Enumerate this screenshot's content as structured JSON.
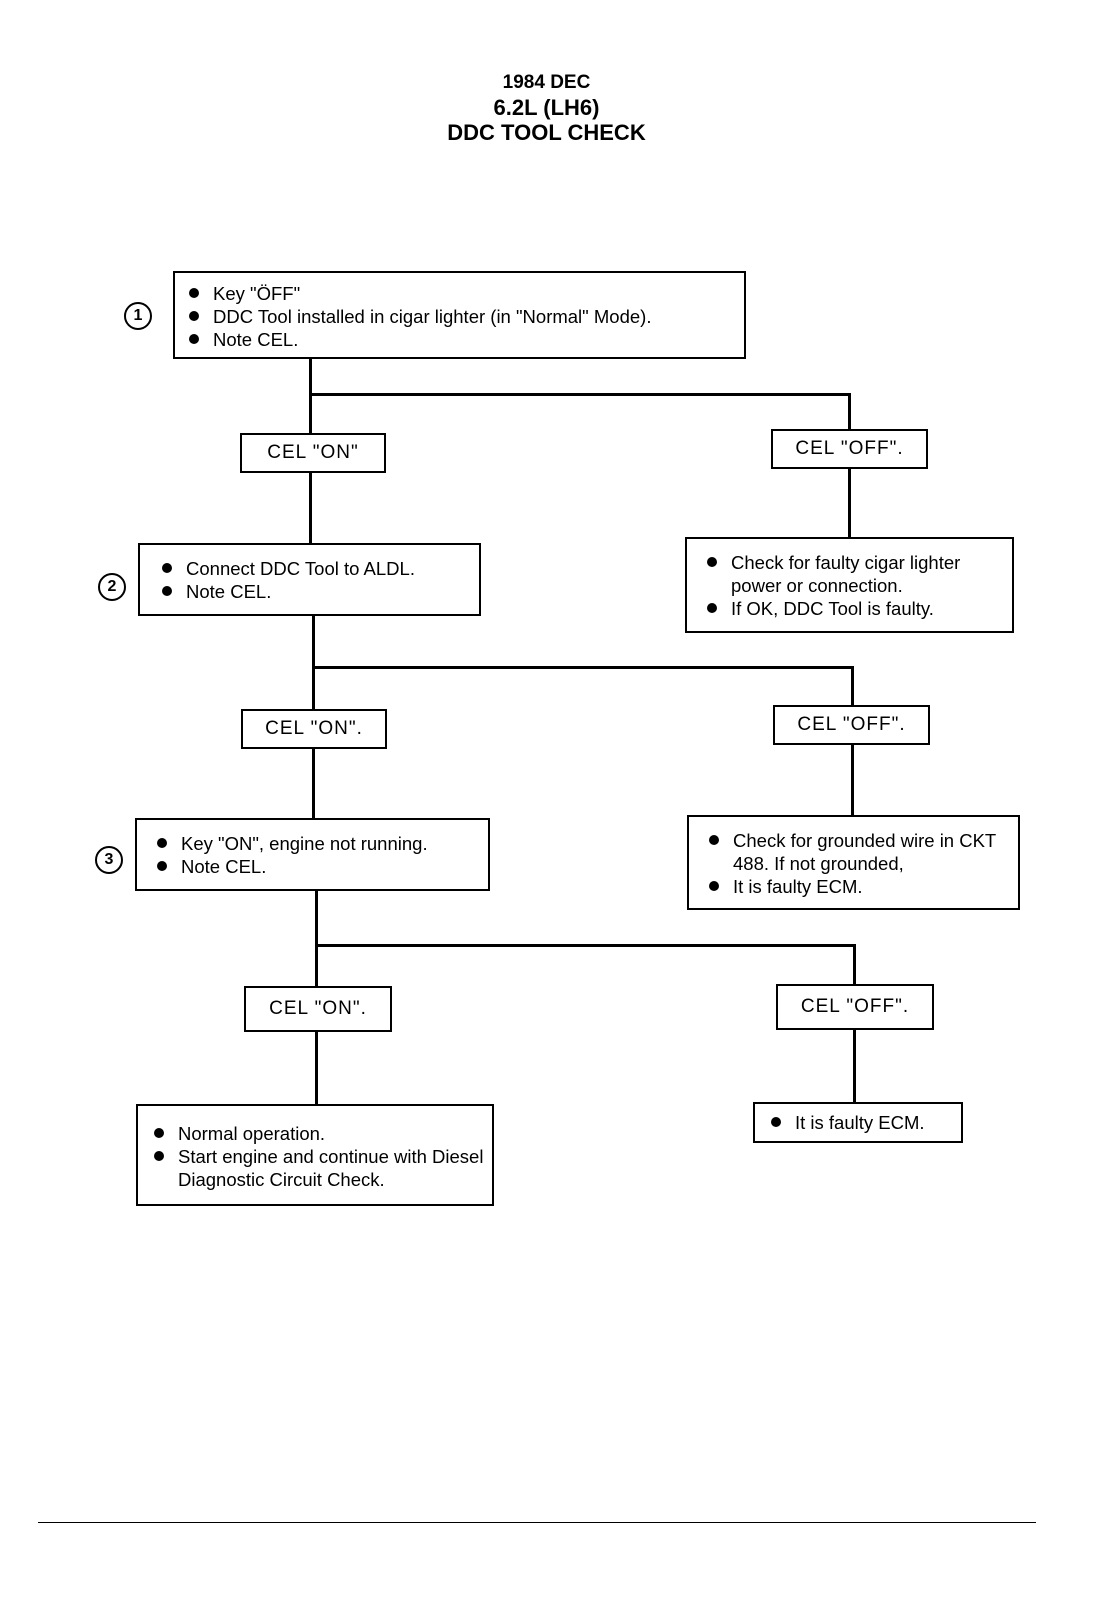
{
  "header": {
    "line1": "1984 DEC",
    "line2": "6.2L (LH6)",
    "line3": "DDC TOOL CHECK"
  },
  "steps": [
    {
      "number": "1",
      "items": [
        "Key \"ÖFF\"",
        "DDC Tool installed in cigar lighter (in \"Normal\" Mode).",
        "Note CEL."
      ]
    },
    {
      "number": "2",
      "items": [
        "Connect DDC Tool to ALDL.",
        "Note CEL."
      ]
    },
    {
      "number": "3",
      "items": [
        "Key \"ON\", engine not running.",
        "Note CEL."
      ]
    }
  ],
  "branches": [
    {
      "on_label": "CEL \"ON\"",
      "off_label": "CEL \"OFF\".",
      "off_result": [
        "Check for faulty cigar lighter power or connection.",
        "If OK, DDC Tool is faulty."
      ]
    },
    {
      "on_label": "CEL \"ON\".",
      "off_label": "CEL \"OFF\".",
      "off_result": [
        "Check for grounded wire in CKT 488. If not grounded,",
        "It is faulty ECM."
      ]
    },
    {
      "on_label": "CEL \"ON\".",
      "off_label": "CEL \"OFF\".",
      "off_result": [
        "It is faulty ECM."
      ]
    }
  ],
  "final_result": [
    "Normal operation.",
    "Start engine and continue with Diesel Diagnostic Circuit Check."
  ]
}
